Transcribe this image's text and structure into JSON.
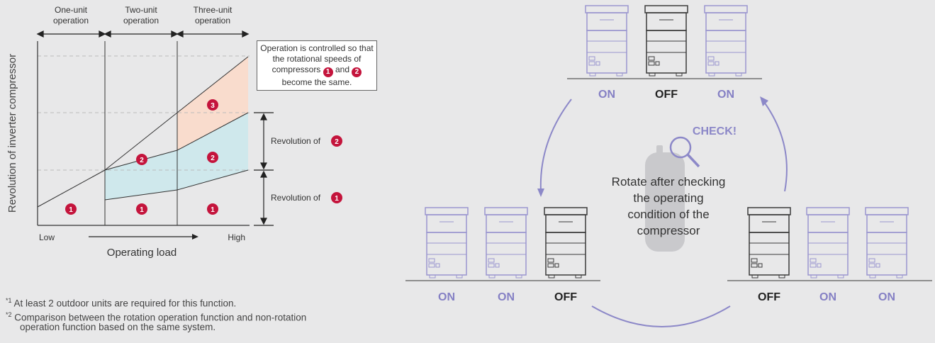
{
  "chart": {
    "ylabel": "Revolution of inverter compressor",
    "xlabel": "Operating load",
    "x_low": "Low",
    "x_high": "High",
    "phases": [
      {
        "label": "One-unit\noperation"
      },
      {
        "label": "Two-unit\noperation"
      },
      {
        "label": "Three-unit\noperation"
      }
    ],
    "callout_parts": [
      "Operation is controlled so that the rotational speeds of compressors ",
      "1",
      " and ",
      "2",
      " become the same."
    ],
    "rev_label_1": "Revolution of",
    "rev_label_2": "Revolution of",
    "badge_1": "1",
    "badge_2": "2",
    "badge_3": "3",
    "colors": {
      "two_unit_fill": "#cfe8ec",
      "three_unit_fill": "#f9dccd",
      "badge": "#c4143c",
      "line": "#333333"
    }
  },
  "notes": {
    "n1_mark": "*1",
    "n1_text": "At least 2 outdoor units are required for this function.",
    "n2_mark": "*2",
    "n2_text": "Comparison between the rotation operation function and non-rotation",
    "n2_text_cont": "operation function based on the same system."
  },
  "rotation": {
    "check_label": "CHECK!",
    "center_text": [
      "Rotate after checking",
      "the operating",
      "condition of the",
      "compressor"
    ],
    "top_group": [
      "ON",
      "OFF",
      "ON"
    ],
    "left_group": [
      "ON",
      "ON",
      "OFF"
    ],
    "right_group": [
      "OFF",
      "ON",
      "ON"
    ],
    "colors": {
      "on": "#8580c4",
      "off": "#222222",
      "arrow": "#8c88c8",
      "unit_on": "#9a96cf",
      "unit_off": "#3a3a3a",
      "bottle": "#c9c9cc"
    }
  }
}
